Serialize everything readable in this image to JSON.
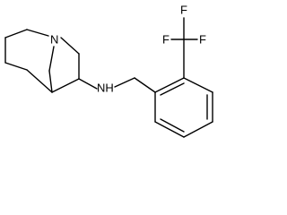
{
  "molecule": {
    "atoms": {
      "quinuclidine_n": "N",
      "amine": "NH",
      "fluorine_top_left": "F",
      "fluorine_top_right": "F",
      "fluorine_right": "F"
    }
  }
}
